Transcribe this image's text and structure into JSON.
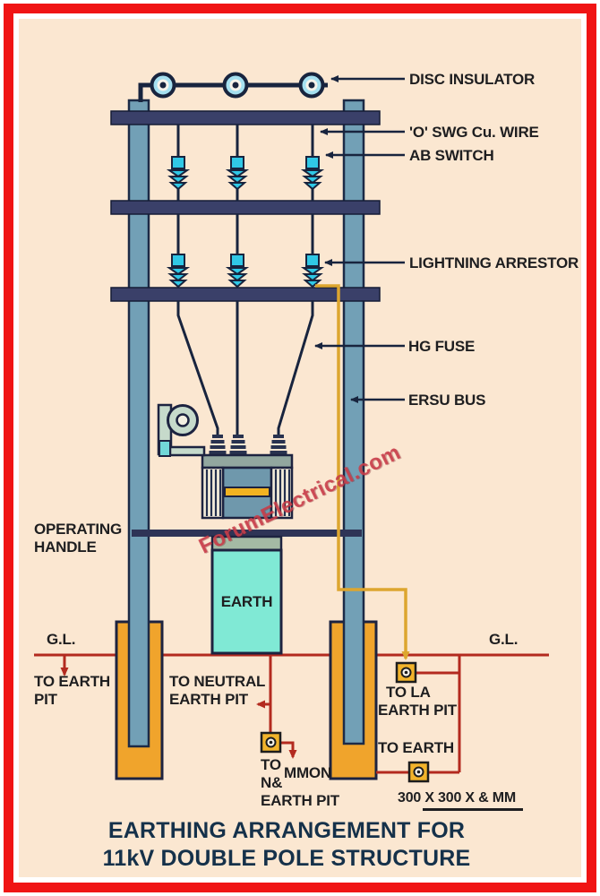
{
  "watermark": "ForumElectrical.com",
  "title": {
    "line1": "EARTHING ARRANGEMENT FOR",
    "line2": "11kV DOUBLE POLE STRUCTURE"
  },
  "callouts": {
    "disc_insulator": "DISC INSULATOR",
    "swg_wire": "'O' SWG Cu. WIRE",
    "ab_switch": "AB SWITCH",
    "lightning_arrestor": "LIGHTNING ARRESTOR",
    "hg_fuse": "HG FUSE",
    "ersu_bus": "ERSU BUS",
    "operating_handle_l1": "OPERATING",
    "operating_handle_l2": "HANDLE"
  },
  "ground": {
    "gl_left": "G.L.",
    "gl_right": "G.L.",
    "earth_block": "EARTH",
    "to_earth_pit_l1": "TO EARTH",
    "to_earth_pit_l2": "PIT",
    "to_neutral_l1": "TO NEUTRAL",
    "to_neutral_l2": "EARTH PIT",
    "to_la_l1": "TO LA",
    "to_la_l2": "EARTH PIT",
    "to_earth": "TO EARTH",
    "common_l1": "TO",
    "common_l1b": "MMON",
    "common_l2": "N&",
    "common_l3": "EARTH PIT",
    "plate_size": "300 X 300 X & MM"
  },
  "colors": {
    "background_cream": "#fbe7d1",
    "frame_red": "#f01414",
    "pole_blue": "#72a0b6",
    "crossarm_navy": "#3a4069",
    "platform_navy": "#2e3456",
    "wire_dark": "#18243e",
    "insulator_cyan": "#30c8e6",
    "disc_ring_cyan": "#a5e0f0",
    "earth_block_turquoise": "#80e9d5",
    "foundation_orange": "#f0a42c",
    "ground_line_red": "#b32a1f",
    "earth_wire_yellow": "#dda62f",
    "plate_yellow": "#f2b32b",
    "transformer_body": "#6f98ac",
    "handle_green": "#c6dacb",
    "title_navy": "#15314a",
    "watermark_red": "#c93d4a"
  }
}
